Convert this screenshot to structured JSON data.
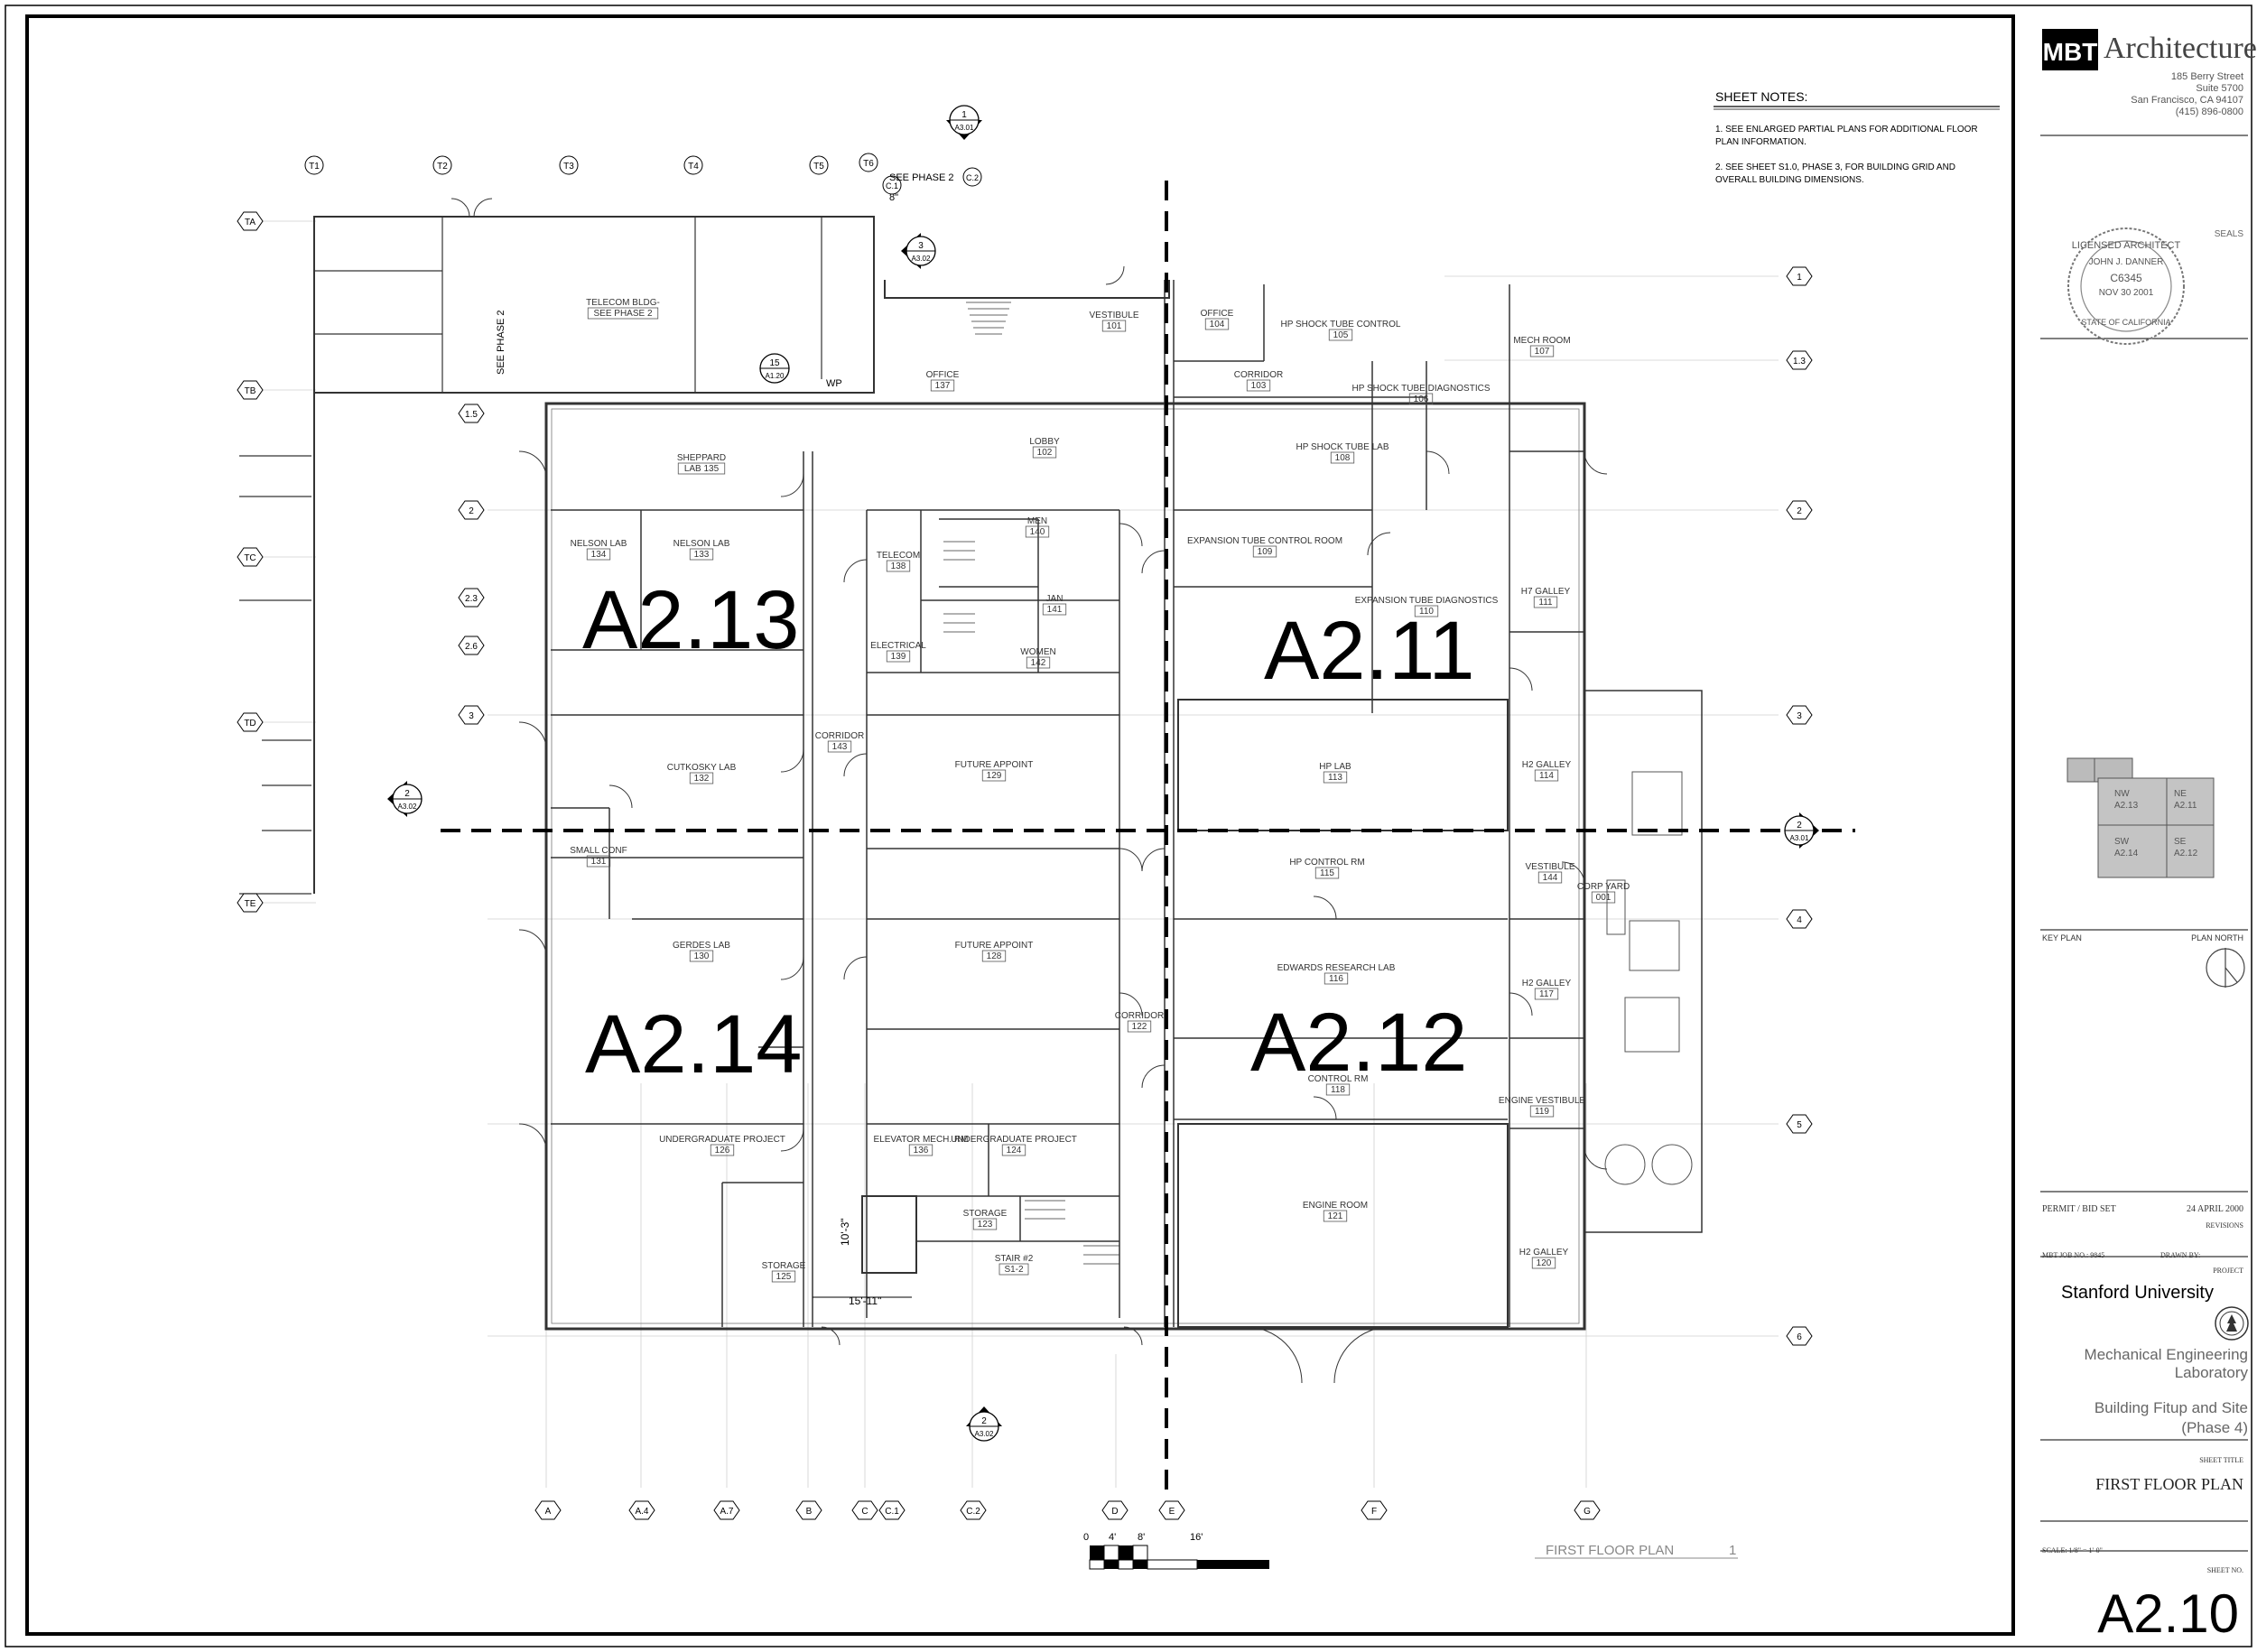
{
  "firm": {
    "logo_mark": "MBT",
    "logo_word": "Architecture",
    "address": [
      "185 Berry Street",
      "Suite 5700",
      "San Francisco, CA 94107",
      "(415) 896-0800"
    ]
  },
  "seals": {
    "label": "SEALS",
    "arc_text": "LICENSED ARCHITECT",
    "name": "JOHN J. DANNER",
    "number": "C6345",
    "date": "NOV 30 2001",
    "state": "STATE OF CALIFORNIA"
  },
  "key_plan": {
    "label": "KEY PLAN",
    "north_label": "PLAN NORTH",
    "quadrants": [
      {
        "dir": "NW",
        "sheet": "A2.13"
      },
      {
        "dir": "NE",
        "sheet": "A2.11"
      },
      {
        "dir": "SW",
        "sheet": "A2.14"
      },
      {
        "dir": "SE",
        "sheet": "A2.12"
      }
    ]
  },
  "issue": {
    "set": "PERMIT / BID SET",
    "date": "24 APRIL 2000",
    "revisions_label": "REVISIONS",
    "job_label": "MBT JOB NO.: 9845",
    "drawn_label": "DRAWN BY:",
    "project_label": "PROJECT"
  },
  "project": {
    "client": "Stanford University",
    "name_1": "Mechanical Engineering",
    "name_2": "Laboratory",
    "phase_1": "Building Fitup and Site",
    "phase_2": "(Phase 4)"
  },
  "sheet": {
    "title_label": "SHEET TITLE",
    "title": "FIRST FLOOR PLAN",
    "scale": "SCALE: 1/8\" = 1'-0\"",
    "number_label": "SHEET NO.",
    "number": "A2.10"
  },
  "notes": {
    "heading": "SHEET NOTES:",
    "items": [
      "1. SEE ENLARGED PARTIAL PLANS FOR ADDITIONAL FLOOR",
      "PLAN INFORMATION.",
      "2. SEE SHEET S1.0, PHASE 3, FOR BUILDING GRID AND",
      "OVERALL BUILDING DIMENSIONS."
    ]
  },
  "drawing_title": {
    "text": "FIRST FLOOR PLAN",
    "number": "1"
  },
  "scale_bar": {
    "ticks": [
      "0",
      "4'",
      "8'",
      "16'"
    ]
  },
  "quadrant_labels": {
    "nw": "A2.13",
    "ne": "A2.11",
    "sw": "A2.14",
    "se": "A2.12"
  },
  "grid": {
    "top": [
      "T1",
      "T2",
      "T3",
      "T4",
      "T5",
      "T6",
      "C.1",
      "C.2"
    ],
    "left_t": [
      "TA",
      "TB",
      "TC",
      "TD",
      "TE"
    ],
    "left": [
      "1.5",
      "2",
      "2.3",
      "2.6",
      "3"
    ],
    "right": [
      "1",
      "1.3",
      "2",
      "3",
      "4",
      "5",
      "6"
    ],
    "bottom": [
      "A",
      "A.4",
      "A.7",
      "B",
      "C",
      "C.1",
      "C.2",
      "D",
      "E",
      "F",
      "G"
    ]
  },
  "rooms": [
    {
      "name": "TELECOM BLDG-",
      "num": "SEE PHASE 2"
    },
    {
      "name": "SHEPPARD",
      "num": "LAB 135"
    },
    {
      "name": "NELSON LAB",
      "num": "134"
    },
    {
      "name": "NELSON LAB",
      "num": "133"
    },
    {
      "name": "CUTKOSKY LAB",
      "num": "132"
    },
    {
      "name": "SMALL CONF",
      "num": "131"
    },
    {
      "name": "GERDES LAB",
      "num": "130"
    },
    {
      "name": "UNDERGRADUATE PROJECT",
      "num": "126"
    },
    {
      "name": "STORAGE",
      "num": "125"
    },
    {
      "name": "OFFICE",
      "num": "137"
    },
    {
      "name": "LOBBY",
      "num": "102"
    },
    {
      "name": "VESTIBULE",
      "num": "101"
    },
    {
      "name": "MEN",
      "num": "140"
    },
    {
      "name": "TELECOM",
      "num": "138"
    },
    {
      "name": "JAN",
      "num": "141"
    },
    {
      "name": "ELECTRICAL",
      "num": "139"
    },
    {
      "name": "WOMEN",
      "num": "142"
    },
    {
      "name": "CORRIDOR",
      "num": "143"
    },
    {
      "name": "FUTURE APPOINT",
      "num": "129"
    },
    {
      "name": "FUTURE APPOINT",
      "num": "128"
    },
    {
      "name": "ELEVATOR MECH. RM",
      "num": "136"
    },
    {
      "name": "UNDERGRADUATE PROJECT",
      "num": "124"
    },
    {
      "name": "STORAGE",
      "num": "123"
    },
    {
      "name": "STAIR #2",
      "num": "S1-2"
    },
    {
      "name": "OFFICE",
      "num": "104"
    },
    {
      "name": "HP SHOCK TUBE CONTROL",
      "num": "105"
    },
    {
      "name": "CORRIDOR",
      "num": "103"
    },
    {
      "name": "MECH ROOM",
      "num": "107"
    },
    {
      "name": "HP SHOCK TUBE DIAGNOSTICS",
      "num": "106"
    },
    {
      "name": "HP SHOCK TUBE LAB",
      "num": "108"
    },
    {
      "name": "EXPANSION TUBE CONTROL ROOM",
      "num": "109"
    },
    {
      "name": "EXPANSION TUBE DIAGNOSTICS",
      "num": "110"
    },
    {
      "name": "H7 GALLEY",
      "num": "111"
    },
    {
      "name": "HP LAB",
      "num": "113"
    },
    {
      "name": "H2 GALLEY",
      "num": "114"
    },
    {
      "name": "HP CONTROL RM",
      "num": "115"
    },
    {
      "name": "VESTIBULE",
      "num": "144"
    },
    {
      "name": "CORP YARD",
      "num": "001"
    },
    {
      "name": "EDWARDS RESEARCH LAB",
      "num": "116"
    },
    {
      "name": "H2 GALLEY",
      "num": "117"
    },
    {
      "name": "CORRIDOR",
      "num": "122"
    },
    {
      "name": "CONTROL RM",
      "num": "118"
    },
    {
      "name": "ENGINE VESTIBULE",
      "num": "119"
    },
    {
      "name": "ENGINE ROOM",
      "num": "121"
    },
    {
      "name": "H2 GALLEY",
      "num": "120"
    }
  ],
  "callouts": {
    "see_phase": "SEE PHASE 2",
    "wp": "WP",
    "dim_1": "10'-3\"",
    "dim_2": "15'-11\"",
    "dim_3": "8\""
  },
  "section_marks": [
    {
      "num": "1",
      "sheet": "A3.01"
    },
    {
      "num": "3",
      "sheet": "A3.02"
    },
    {
      "num": "15",
      "sheet": "A1.20"
    },
    {
      "num": "2",
      "sheet": "A3.02"
    },
    {
      "num": "2",
      "sheet": "A3.01"
    },
    {
      "num": "2",
      "sheet": "A3.02"
    }
  ]
}
